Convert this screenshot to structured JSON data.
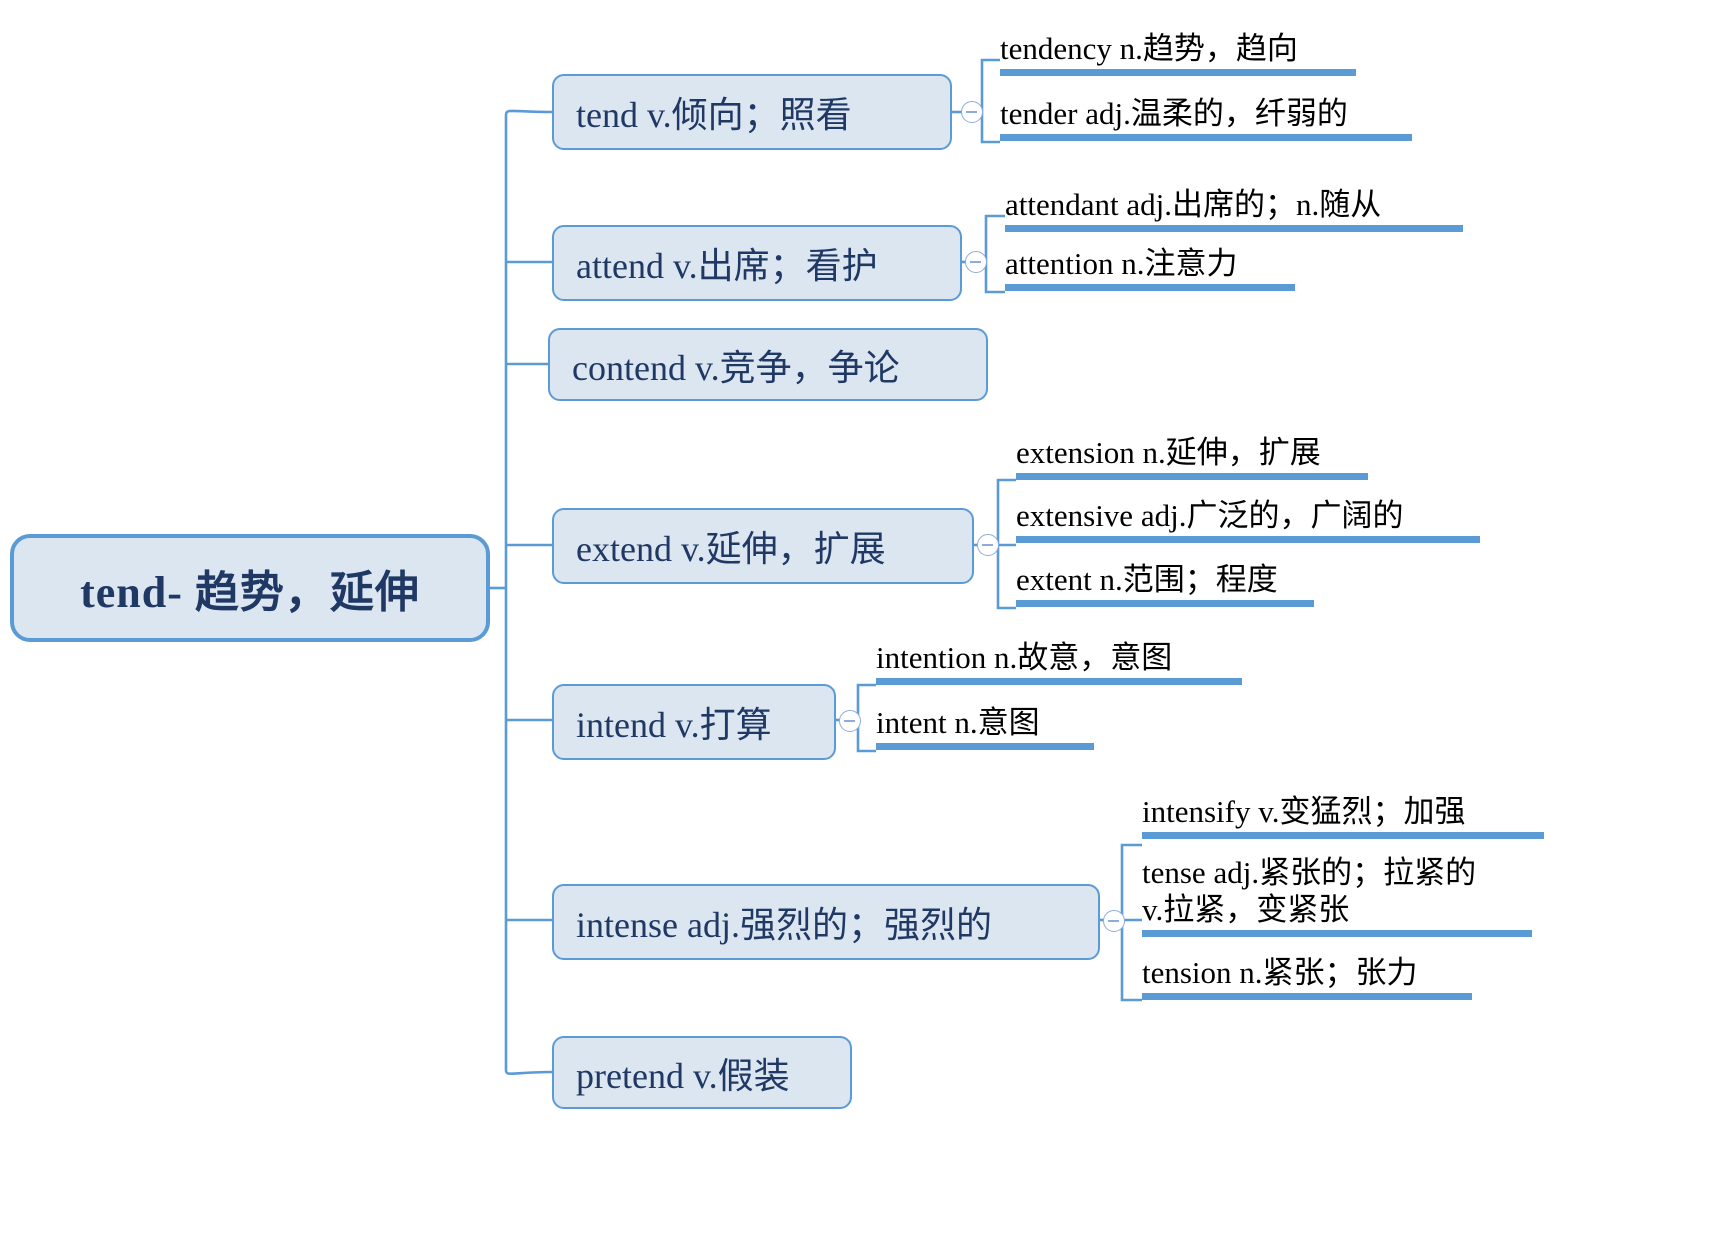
{
  "diagram": {
    "type": "mind-map",
    "title": "tend- 趋势，延伸",
    "root": {
      "label": "tend- 趋势，延伸"
    },
    "branches": [
      {
        "id": "tend",
        "label": "tend v.倾向；照看",
        "toggle": "collapse-minus-icon",
        "children": [
          {
            "lines": [
              "tendency n.趋势，趋向"
            ]
          },
          {
            "lines": [
              "tender adj.温柔的，纤弱的"
            ]
          }
        ]
      },
      {
        "id": "attend",
        "label": "attend v.出席；看护",
        "toggle": "collapse-minus-icon",
        "children": [
          {
            "lines": [
              "attendant adj.出席的；n.随从"
            ]
          },
          {
            "lines": [
              "attention n.注意力"
            ]
          }
        ]
      },
      {
        "id": "contend",
        "label": "contend v.竞争，争论",
        "toggle": null,
        "children": []
      },
      {
        "id": "extend",
        "label": "extend v.延伸，扩展",
        "toggle": "collapse-minus-icon",
        "children": [
          {
            "lines": [
              "extension n.延伸，扩展"
            ]
          },
          {
            "lines": [
              "extensive adj.广泛的，广阔的"
            ]
          },
          {
            "lines": [
              "extent n.范围；程度"
            ]
          }
        ]
      },
      {
        "id": "intend",
        "label": "intend v.打算",
        "toggle": "collapse-minus-icon",
        "children": [
          {
            "lines": [
              "intention n.故意，意图"
            ]
          },
          {
            "lines": [
              "intent n.意图"
            ]
          }
        ]
      },
      {
        "id": "intense",
        "label": "intense adj.强烈的；强烈的",
        "toggle": "collapse-minus-icon",
        "children": [
          {
            "lines": [
              "intensify v.变猛烈；加强"
            ]
          },
          {
            "lines": [
              "tense adj.紧张的；拉紧的",
              "v.拉紧，变紧张"
            ]
          },
          {
            "lines": [
              "tension n.紧张；张力"
            ]
          }
        ]
      },
      {
        "id": "pretend",
        "label": "pretend v.假装",
        "toggle": null,
        "children": []
      }
    ],
    "colors": {
      "node_fill": "#dce6f1",
      "node_border": "#5b9bd5",
      "root_text": "#1f3864",
      "leaf_underline": "#5b9bd5",
      "connector": "#5b9bd5",
      "leaf_text": "#000000"
    }
  }
}
